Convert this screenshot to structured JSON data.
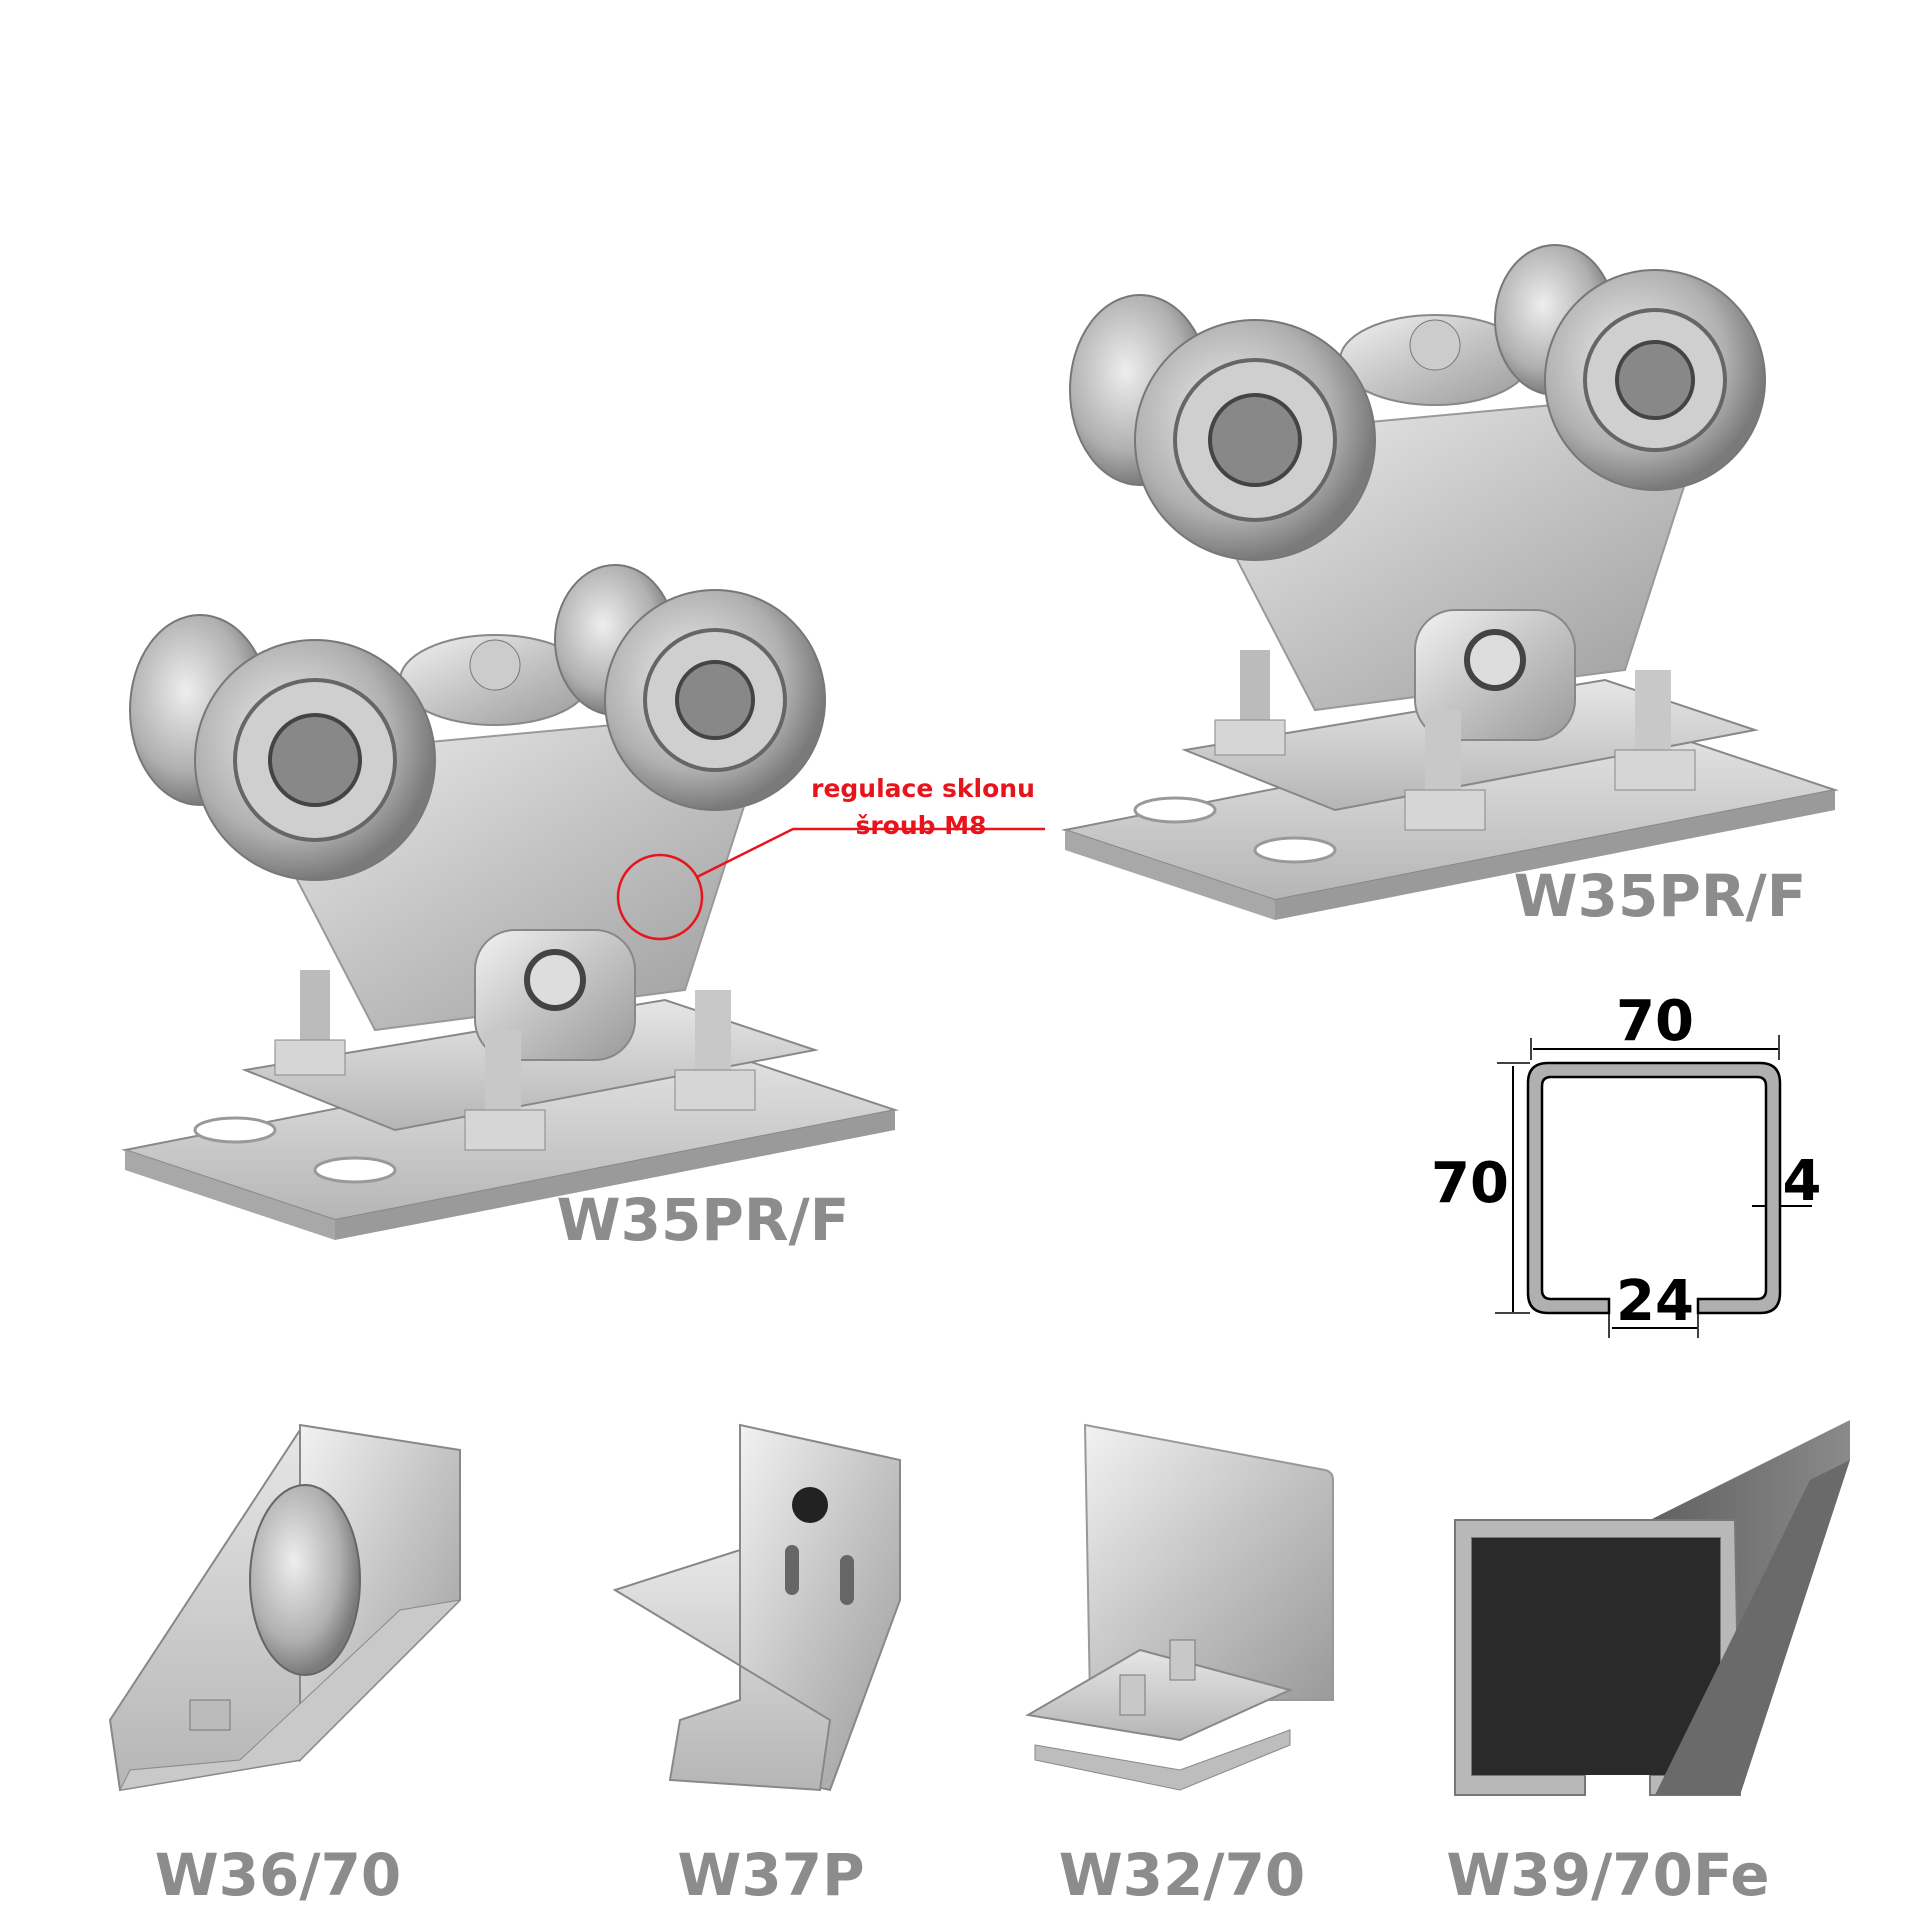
{
  "products": [
    {
      "code": "W35PR/F"
    },
    {
      "code": "W35PR/F"
    },
    {
      "code": "W36/70"
    },
    {
      "code": "W37P"
    },
    {
      "code": "W32/70"
    },
    {
      "code": "W39/70Fe"
    }
  ],
  "annotation": {
    "line1": "regulace sklonu",
    "line2": "šroub M8",
    "color": "#e8141c"
  },
  "profile_dimensions": {
    "width": "70",
    "height": "70",
    "thickness": "4",
    "opening": "24"
  }
}
